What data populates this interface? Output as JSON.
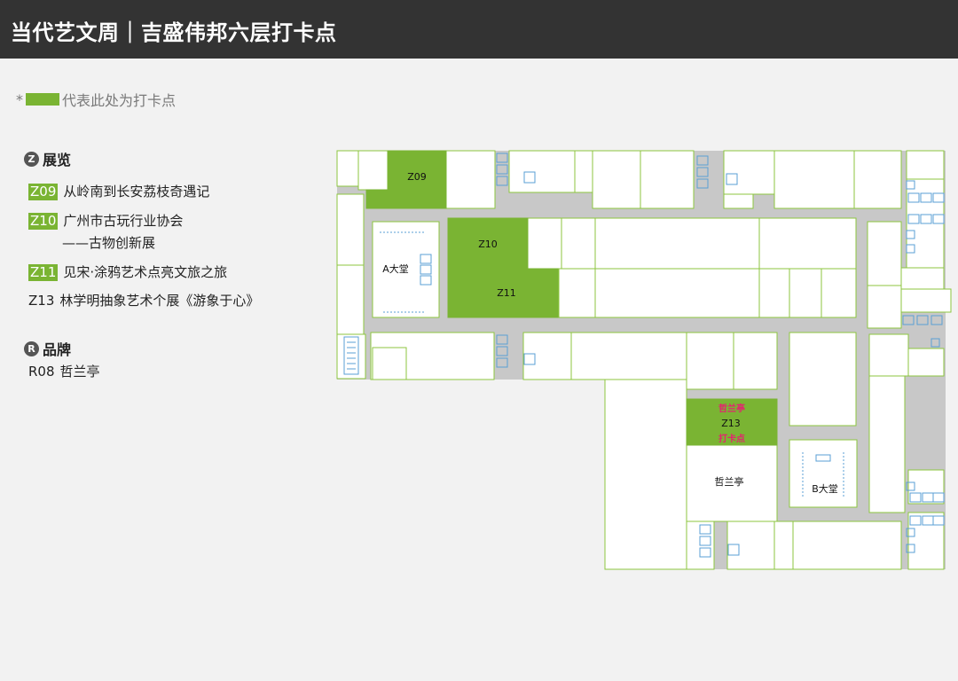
{
  "header": {
    "title": "当代艺文周｜吉盛伟邦六层打卡点"
  },
  "legend_note": {
    "prefix": "*",
    "text": "代表此处为打卡点"
  },
  "exhibitions": {
    "badge": "Z",
    "heading": "展览",
    "items": [
      {
        "code": "Z09",
        "name": "从岭南到长安荔枝奇遇记",
        "highlight": true
      },
      {
        "code": "Z10",
        "name": "广州市古玩行业协会",
        "sub": "——古物创新展",
        "highlight": true
      },
      {
        "code": "Z11",
        "name": "见宋·涂鸦艺术点亮文旅之旅",
        "highlight": true
      },
      {
        "code": "Z13",
        "name": "林学明抽象艺术个展《游象于心》",
        "highlight": false
      }
    ]
  },
  "brands": {
    "badge": "R",
    "heading": "品牌",
    "items": [
      {
        "code": "R08",
        "name": "哲兰亭"
      }
    ]
  },
  "map": {
    "labels": {
      "z09": "Z09",
      "z10": "Z10",
      "z11": "Z11",
      "z13": "Z13",
      "lobby_a": "A大堂",
      "lobby_b": "B大堂",
      "brand_zhelanting": "哲兰亭",
      "z13_top": "哲兰亭",
      "z13_bottom": "打卡点"
    },
    "colors": {
      "highlight": "#7ab433",
      "outline": "#8cc63f",
      "corridor": "#c8c8c8",
      "room": "#ffffff",
      "accent": "#e4236f",
      "icon": "#5a9fd4"
    }
  }
}
